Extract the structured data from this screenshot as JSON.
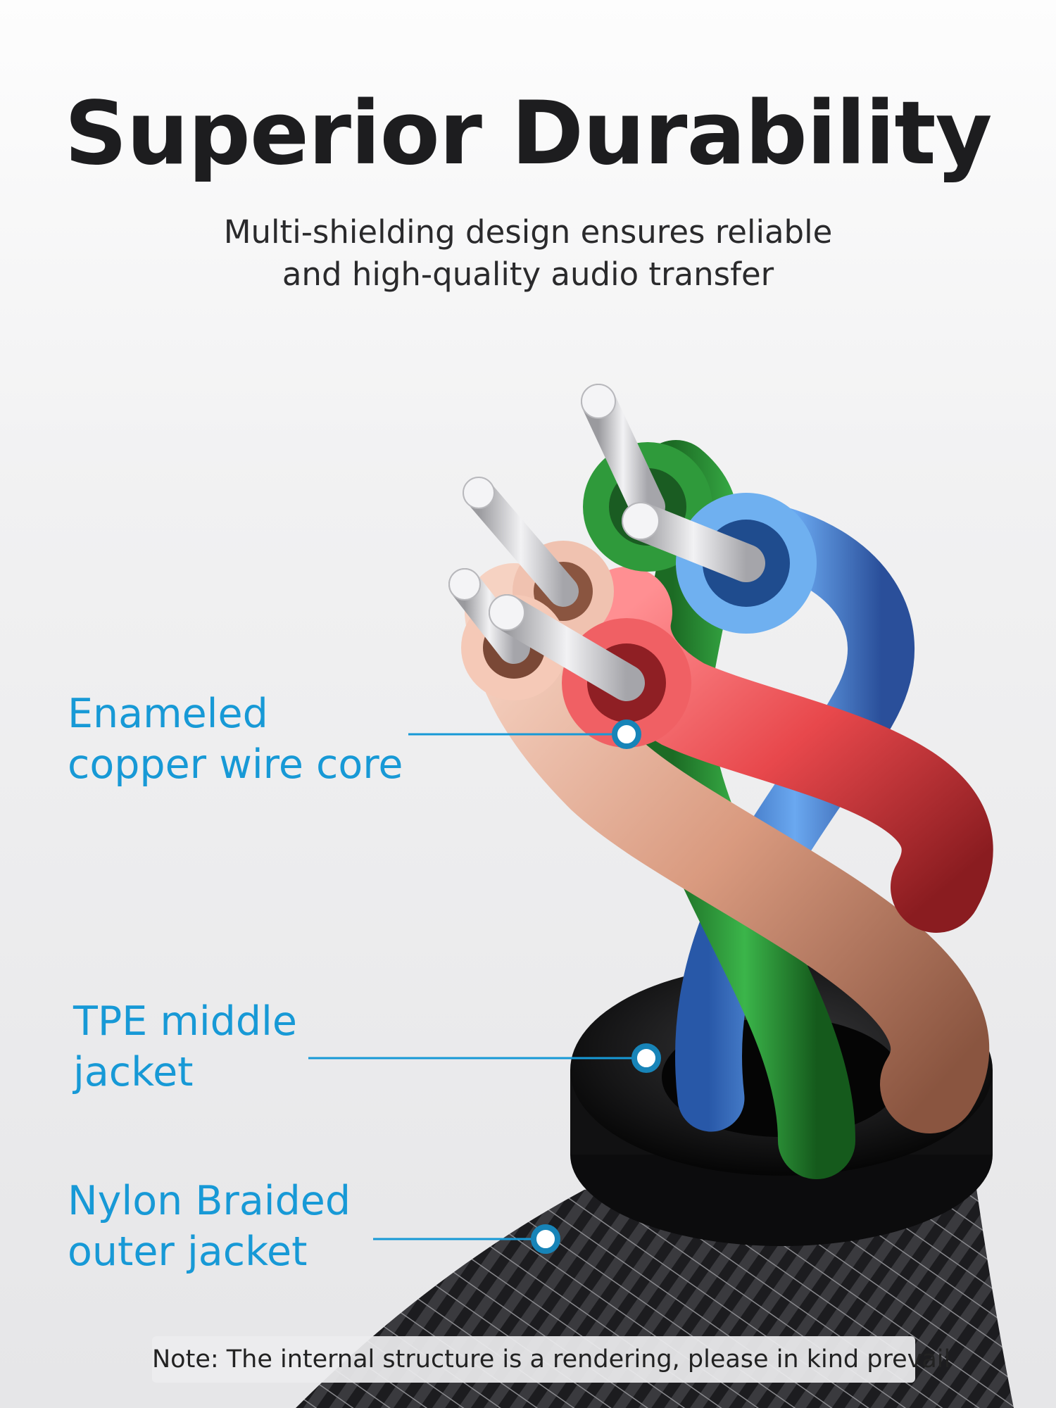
{
  "header": {
    "title": "Superior Durability",
    "subtitle_line1": "Multi-shielding design ensures reliable",
    "subtitle_line2": "and high-quality audio transfer"
  },
  "callouts": [
    {
      "line1": "Enameled",
      "line2": "copper wire core"
    },
    {
      "line1": "TPE middle",
      "line2": "jacket"
    },
    {
      "line1": "Nylon Braided",
      "line2": "outer jacket"
    }
  ],
  "note": "Note: The internal structure is a rendering, please in kind prevail",
  "colors": {
    "accent": "#1799d6",
    "title": "#1d1d1f",
    "wire_red": "#e8484c",
    "wire_copper": "#d99a7f",
    "wire_green": "#3bb54a",
    "wire_blue": "#4b8fe0",
    "jacket": "#1a1a1a"
  }
}
